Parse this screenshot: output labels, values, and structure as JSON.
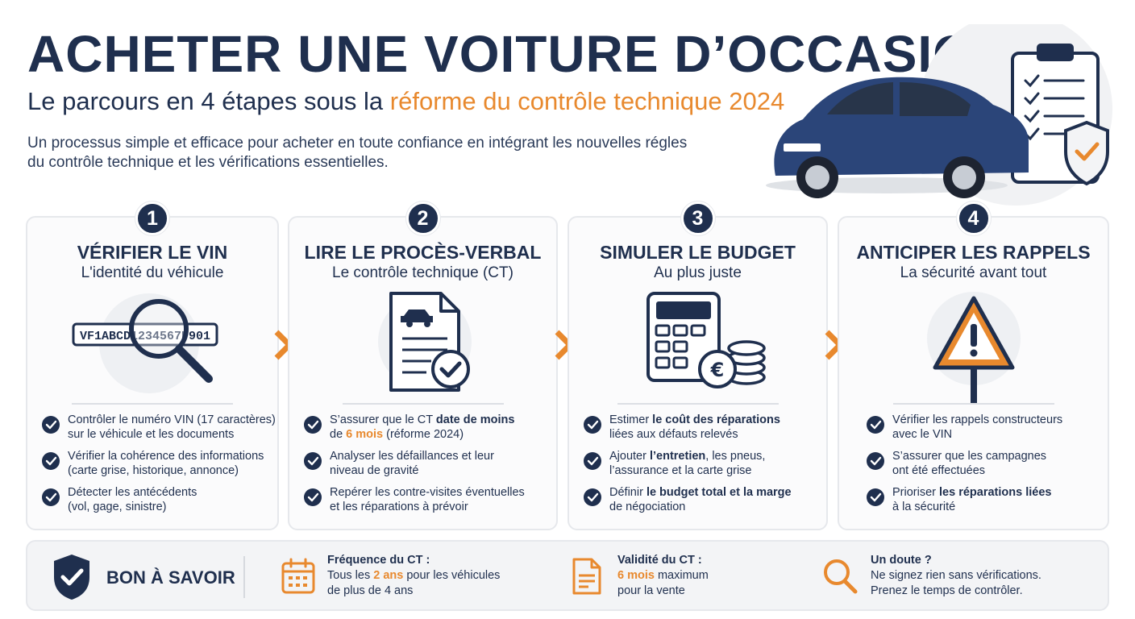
{
  "header": {
    "title": "ACHETER UNE VOITURE D’OCCASION",
    "subtitle_part1": "Le parcours en 4 étapes sous la ",
    "subtitle_accent": "réforme du contrôle technique 2024",
    "intro_line1": "Un processus simple et efficace pour acheter en toute confiance en intégrant les nouvelles régles",
    "intro_line2": "du contrôle technique et les vérifications essentielles."
  },
  "colors": {
    "navy": "#1f2f4e",
    "accent": "#e8892e",
    "card_border": "#e6e8ec",
    "panel_bg": "#f3f4f6"
  },
  "steps": [
    {
      "number": "1",
      "title": "VÉRIFIER LE VIN",
      "subtitle": "L'identité du véhicule",
      "illustration": "magnifier-vin-icon",
      "vin_text": "VF1ABCD1234567P901",
      "bullets": [
        {
          "l1": "Contrôler le numéro VIN (17 caractères)",
          "l2": "sur le véhicule et les documents"
        },
        {
          "l1": "Vérifier la cohérence des informations",
          "l2": "(carte grise, historique, annonce)"
        },
        {
          "l1": "Détecter les antécédents",
          "l2": "(vol, gage, sinistre)"
        }
      ]
    },
    {
      "number": "2",
      "title": "LIRE LE PROCÈS-VERBAL",
      "subtitle": "Le contrôle technique (CT)",
      "illustration": "document-check-icon",
      "bullets": [
        {
          "l1a": "S’assurer que le CT ",
          "l1b": "date de moins",
          "l2a": "de ",
          "l2b": "6 mois",
          "l2c": " (réforme 2024)"
        },
        {
          "l1": "Analyser les défaillances et leur",
          "l2": "niveau de gravité"
        },
        {
          "l1": "Repérer les contre-visites éventuelles",
          "l2": "et les réparations à prévoir"
        }
      ]
    },
    {
      "number": "3",
      "title": "SIMULER LE BUDGET",
      "subtitle": "Au plus juste",
      "illustration": "calculator-euro-icon",
      "bullets": [
        {
          "l1a": "Estimer ",
          "l1b": "le coût des réparations",
          "l2": "liées aux défauts relevés"
        },
        {
          "l1a": "Ajouter ",
          "l1b": "l’entretien",
          "l1c": ", les pneus,",
          "l2": "l’assurance et la carte grise"
        },
        {
          "l1a": "Définir ",
          "l1b": "le budget total et la marge",
          "l2": "de négociation"
        }
      ]
    },
    {
      "number": "4",
      "title": "ANTICIPER LES RAPPELS",
      "subtitle": "La sécurité avant tout",
      "illustration": "warning-sign-icon",
      "bullets": [
        {
          "l1": "Vérifier les rappels constructeurs",
          "l2": "avec le VIN"
        },
        {
          "l1": "S’assurer que les campagnes",
          "l2": "ont été effectuées"
        },
        {
          "l1a": "Prioriser ",
          "l1b": "les réparations liées",
          "l2": "à la sécurité"
        }
      ]
    }
  ],
  "bottom": {
    "label": "BON À SAVOIR",
    "freq": {
      "heading": "Fréquence du CT :",
      "l1a": "Tous les ",
      "l1b": "2 ans",
      "l1c": " pour les véhicules",
      "l2": "de plus de 4 ans",
      "icon": "calendar-icon"
    },
    "valid": {
      "heading": "Validité du CT :",
      "l1a": "6 mois",
      "l1b": " maximum",
      "l2": "pour la vente",
      "icon": "document-icon"
    },
    "doubt": {
      "heading": "Un doute ?",
      "l1": "Ne signez rien sans vérifications.",
      "l2": "Prenez le temps de contrôler.",
      "icon": "search-icon"
    }
  }
}
